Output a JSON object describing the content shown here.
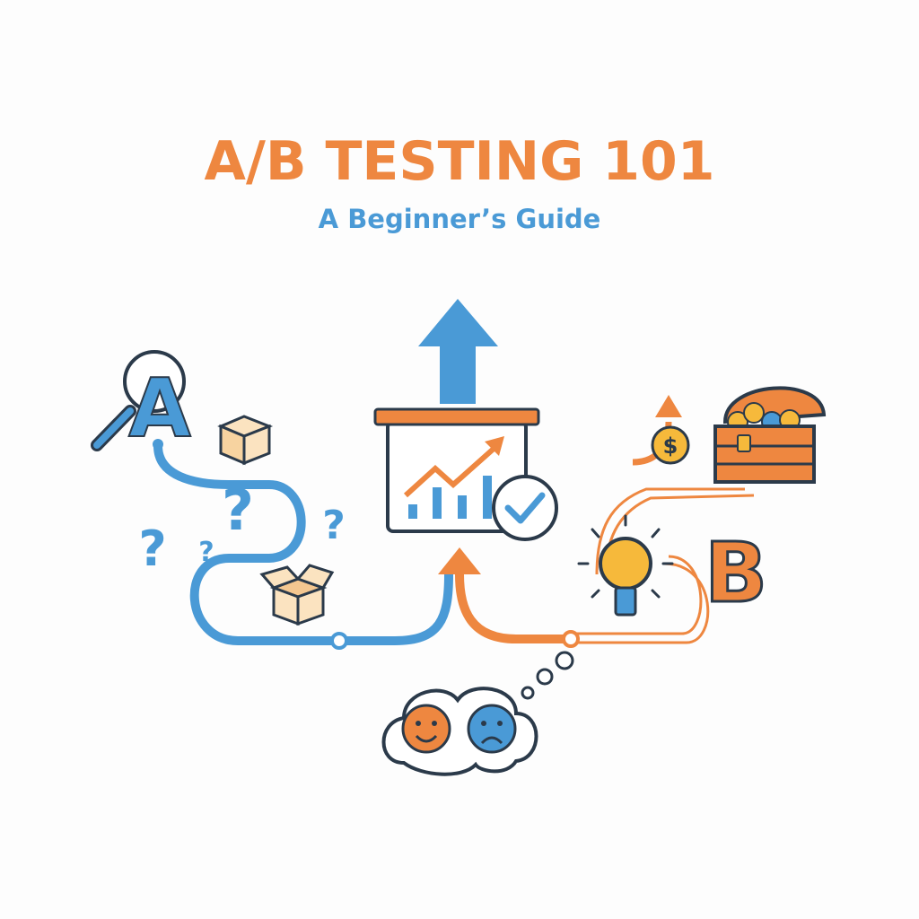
{
  "header": {
    "title": "A/B TESTING 101",
    "subtitle": "A Beginner’s Guide"
  },
  "illustration": {
    "variant_a_label": "A",
    "variant_b_label": "B",
    "question_mark": "?",
    "currency_symbol": "$",
    "icons": [
      "magnifier-icon",
      "closed-box-icon",
      "open-box-icon",
      "question-mark-icon",
      "up-arrow-icon",
      "chart-board-icon",
      "checkmark-icon",
      "lightbulb-icon",
      "coin-icon",
      "treasure-chest-icon",
      "thought-cloud-icon",
      "happy-face-icon",
      "sad-face-icon"
    ]
  },
  "colors": {
    "orange": "#EE8740",
    "blue": "#4A9AD6",
    "outline": "#2B3A4A",
    "gold": "#F6B93B",
    "cream": "#FBE3C0"
  }
}
